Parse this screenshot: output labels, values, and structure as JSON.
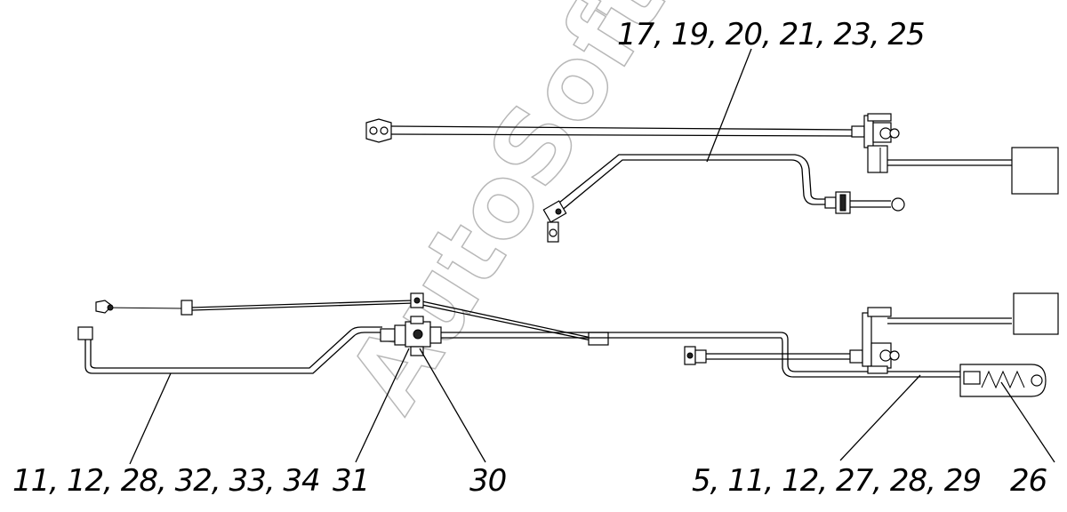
{
  "watermark": "AutoSoft",
  "labels": {
    "top_group": "17, 19, 20, 21, 23, 25",
    "left_group": "11, 12, 28, 32, 33, 34",
    "item_31": "31",
    "item_30": "30",
    "right_group": "5, 11, 12, 27, 28, 29",
    "item_26": "26"
  }
}
